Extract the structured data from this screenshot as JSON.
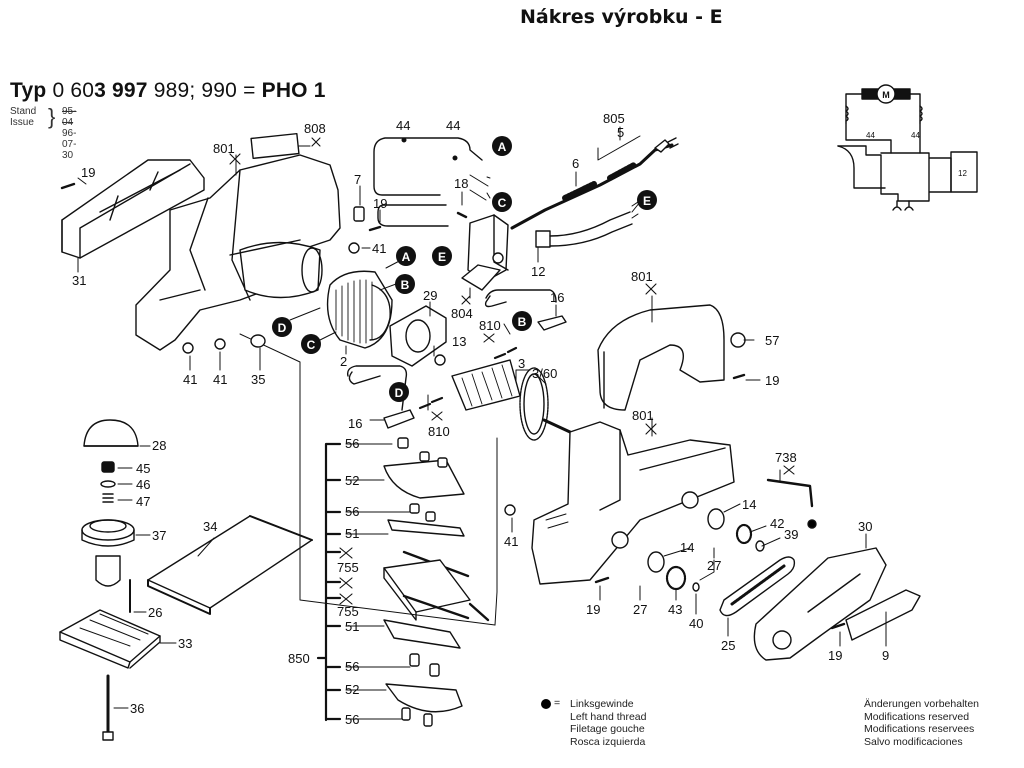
{
  "header": {
    "page_title": "Nákres výrobku - E",
    "typ_prefix": "Typ",
    "typ_part1": "0 60",
    "typ_part2": "3 997",
    "typ_part3": " 989; 990 = ",
    "typ_model": "PHO 1",
    "stand_label": "Stand",
    "issue_label": "Issue",
    "stand_date_struck": "95-04",
    "issue_date": "96-07-30"
  },
  "wiring": {
    "motor_symbol": "M",
    "wire_left": "44",
    "wire_right": "44",
    "box_label": "12"
  },
  "callouts": {
    "connectors": [
      "A",
      "B",
      "C",
      "D",
      "E"
    ],
    "part_numbers": [
      "2",
      "3",
      "3/60",
      "5",
      "6",
      "7",
      "9",
      "12",
      "13",
      "14",
      "16",
      "18",
      "19",
      "25",
      "26",
      "27",
      "28",
      "29",
      "30",
      "31",
      "33",
      "34",
      "35",
      "36",
      "37",
      "39",
      "40",
      "41",
      "42",
      "43",
      "44",
      "45",
      "46",
      "47",
      "51",
      "52",
      "56",
      "57",
      "738",
      "755",
      "801",
      "804",
      "805",
      "808",
      "810",
      "850"
    ]
  },
  "labels": {
    "l808": "808",
    "l801a": "801",
    "l19a": "19",
    "l31": "31",
    "l7": "7",
    "l19b": "19",
    "l41a": "41",
    "l44a": "44",
    "l44b": "44",
    "l18": "18",
    "l805": "805",
    "l5": "5",
    "l6": "6",
    "l12": "12",
    "l29": "29",
    "l2": "2",
    "l41b": "41",
    "l41c": "41",
    "l35": "35",
    "l804": "804",
    "l810a": "810",
    "l16a": "16",
    "l13": "13",
    "l3": "3",
    "l360": "3/60",
    "l16b": "16",
    "l810b": "810",
    "l801b": "801",
    "l57": "57",
    "l19c": "19",
    "l801c": "801",
    "l738": "738",
    "l28": "28",
    "l45": "45",
    "l46": "46",
    "l47": "47",
    "l37": "37",
    "l26": "26",
    "l33": "33",
    "l36": "36",
    "l34": "34",
    "l56a": "56",
    "l52a": "52",
    "l56b": "56",
    "l51a": "51",
    "l755a": "755",
    "l755b": "755",
    "l51b": "51",
    "l56c": "56",
    "l52b": "52",
    "l56d": "56",
    "l850": "850",
    "l41d": "41",
    "l14a": "14",
    "l42": "42",
    "l39": "39",
    "l27a": "27",
    "l14b": "14",
    "l27b": "27",
    "l19d": "19",
    "l43": "43",
    "l40": "40",
    "l25": "25",
    "l30": "30",
    "l19e": "19",
    "l9": "9",
    "cA1": "A",
    "cC1": "C",
    "cE1": "E",
    "cE2": "E",
    "cA2": "A",
    "cB1": "B",
    "cD1": "D",
    "cC2": "C",
    "cB2": "B",
    "cD2": "D"
  },
  "legend": {
    "symbol_eq": "=",
    "left_hand_thread": [
      "Linksgewinde",
      "Left hand thread",
      "Filetage gouche",
      "Rosca izquierda"
    ],
    "modifications": [
      "Änderungen vorbehalten",
      "Modifications reserved",
      "Modifications reservees",
      "Salvo modificaciones"
    ]
  }
}
